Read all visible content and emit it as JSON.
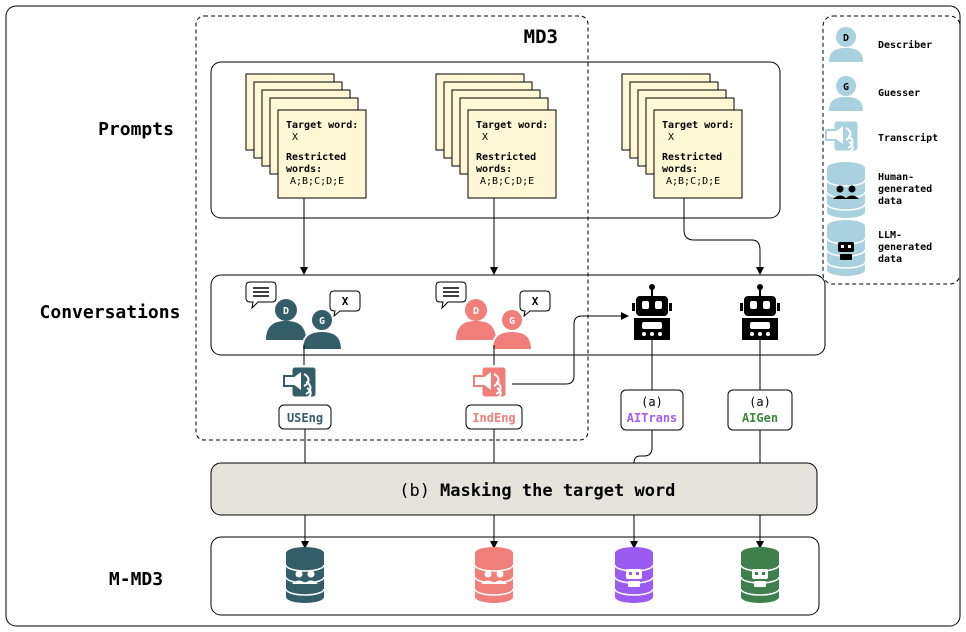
{
  "dataset_label": "MD3",
  "rows": {
    "prompts": "Prompts",
    "conversations": "Conversations",
    "output": "M-MD3"
  },
  "prompt_card": {
    "target_label": "Target word:",
    "target_value": "X",
    "restricted_label": "Restricted",
    "restricted_label2": "words:",
    "restricted_value": "A;B;C;D;E"
  },
  "speech": {
    "describer_letter": "D",
    "guesser_letter": "G",
    "bubble_x": "X"
  },
  "sources": {
    "useng": "USEng",
    "indeng": "IndEng",
    "aitrans": "AITrans",
    "aigen": "AIGen",
    "tag_a": "(a)"
  },
  "masking": {
    "prefix": "(b)",
    "label": "Masking the target word"
  },
  "legend": {
    "describer": "Describer",
    "guesser": "Guesser",
    "transcript": "Transcript",
    "human1": "Human-",
    "human2": "generated",
    "human3": "data",
    "llm1": "LLM-",
    "llm2": "generated",
    "llm3": "data"
  },
  "colors": {
    "teal": "#335e69",
    "coral": "#f07e79",
    "purple": "#9b5bf2",
    "green": "#3f7f4b",
    "aitrans_text": "#a25df2",
    "aigen_text": "#3b8a3d",
    "card": "#fff7d6",
    "mask_box": "#e4e4dc",
    "legend_blue": "#a9d1df"
  }
}
